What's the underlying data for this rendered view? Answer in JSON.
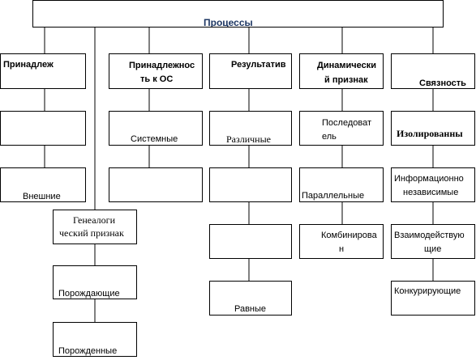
{
  "title": "Процессы",
  "columns": {
    "belonging": {
      "header": "Принадлеж",
      "item2": "Внешние"
    },
    "os": {
      "header_line1": "Принадлежнос",
      "header_line2": "ть к ОС",
      "item1": "Системные"
    },
    "result": {
      "header": "Результатив",
      "item1": "Различные",
      "item4": "Равные"
    },
    "dynamic": {
      "header_line1": "Динамически",
      "header_line2": "й признак",
      "item1_line1": "Последоват",
      "item1_line2": "ель",
      "item2": "Параллельные",
      "item3_line1": "Комбинирова",
      "item3_line2": "н"
    },
    "connectivity": {
      "header": "Связность",
      "item1": "Изолированны",
      "item2_line1": "Информационно",
      "item2_line2": "независимые",
      "item3_line1": "Взаимодействую",
      "item3_line2": "щие",
      "item4": "Конкурирующие"
    },
    "genealogy": {
      "header_line1": "Генеалоги",
      "header_line2": "ческий признак",
      "item1": "Порождающие",
      "item2": "Порожденные"
    }
  },
  "colors": {
    "line": "#000000",
    "title": "#1f3864"
  }
}
